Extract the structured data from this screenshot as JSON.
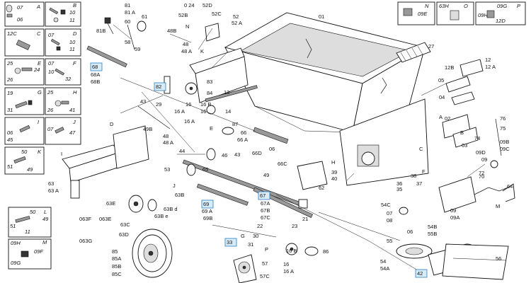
{
  "legend_boxes": [
    {
      "letter": "A",
      "items": [
        "07",
        "06"
      ]
    },
    {
      "letter": "B",
      "items": [
        "10",
        "11"
      ]
    },
    {
      "letter": "C",
      "items": [
        "12C"
      ]
    },
    {
      "letter": "D",
      "items": [
        "07",
        "10",
        "11"
      ]
    },
    {
      "letter": "E",
      "items": [
        "25",
        "24",
        "26"
      ]
    },
    {
      "letter": "F",
      "items": [
        "07",
        "10",
        "32"
      ]
    },
    {
      "letter": "G",
      "items": [
        "19",
        "31"
      ]
    },
    {
      "letter": "H",
      "items": [
        "25",
        "26",
        "41"
      ]
    },
    {
      "letter": "I",
      "items": [
        "06",
        "45"
      ]
    },
    {
      "letter": "J",
      "items": [
        "07",
        "47"
      ]
    },
    {
      "letter": "K",
      "items": [
        "50",
        "51",
        "49"
      ]
    },
    {
      "letter": "L",
      "items": [
        "50",
        "51",
        "11",
        "49"
      ]
    },
    {
      "letter": "M",
      "items": [
        "09H",
        "09G",
        "09F"
      ]
    },
    {
      "letter": "N",
      "items": [
        "09E"
      ]
    },
    {
      "letter": "O",
      "items": [
        "63H"
      ]
    },
    {
      "letter": "P",
      "items": [
        "09G",
        "09H",
        "12D"
      ]
    }
  ],
  "highlighted_labels": [
    "68",
    "82",
    "67",
    "69",
    "33",
    "42"
  ],
  "labels": {
    "l01": "01",
    "l02": "02",
    "l03": "03",
    "l04": "04",
    "l05": "05",
    "l07": "07",
    "l08": "08",
    "l09a": "09",
    "l09A": "09A",
    "l09B": "09B",
    "l09C": "09C",
    "l09D": "09D",
    "l09": "09",
    "l12": "12",
    "l12A": "12 A",
    "l12B": "12B",
    "l13": "13",
    "l14": "14",
    "l16": "16",
    "l16A": "16 A",
    "l16b": "16",
    "l16bA": "16 A",
    "l16B": "16 B",
    "l16Bb": "16 B",
    "l21": "21",
    "l22": "22",
    "l23": "23",
    "l27": "27",
    "l29": "29",
    "l30": "30",
    "l31": "31",
    "l33a": "33",
    "l36": "36",
    "l35": "35",
    "l37": "37",
    "l38": "38",
    "l39": "39",
    "l40": "40",
    "l43": "43",
    "l43b": "43",
    "l44": "44",
    "l46": "46",
    "l48": "48",
    "l48A": "48 A",
    "l48B": "48B",
    "l48b": "48",
    "l48bA": "48 A",
    "l49B": "49B",
    "l52": "52",
    "l52A": "52 A",
    "l52B": "52B",
    "l52C": "52C",
    "l52D": "52D",
    "l53": "53",
    "l54": "54",
    "l54A": "54A",
    "l54B": "54B",
    "l54C": "54C",
    "l55B": "55B",
    "l55": "55",
    "l56": "56",
    "l57": "57",
    "l57C": "57C",
    "l58": "58",
    "l59": "59",
    "l60": "60",
    "l61": "61",
    "l62": "62",
    "l63": "63",
    "l63A": "63 A",
    "l63B": "63B",
    "l63Bd": "63B d",
    "l63Be": "63B e",
    "l63C": "63C",
    "l63D": "63D",
    "l63E": "63E",
    "l63F": "063F",
    "l63G": "063G",
    "l63Eb": "063E",
    "l64": "64",
    "l65": "65",
    "l66": "66",
    "l66A": "66 A",
    "l66C": "66C",
    "l66D": "66D",
    "l67A": "67A",
    "l67B": "67B",
    "l67C": "67C",
    "l68A": "68A",
    "l68B": "68B",
    "l69A": "69 A",
    "l69B": "69B",
    "l70": "70",
    "l72": "72",
    "l74": "74",
    "l75": "75",
    "l76": "76",
    "l81": "81",
    "l81A": "81 A",
    "l81B": "81B",
    "l83": "83",
    "l84": "84",
    "l85": "85",
    "l85A": "85A",
    "l85B": "85B",
    "l85C": "85C",
    "l86": "86",
    "l87": "87",
    "l024": "0 24",
    "lD": "D",
    "lA": "A",
    "lB": "B",
    "lC": "C",
    "lE": "E",
    "lF": "F",
    "lH": "H",
    "lI": "I",
    "lK": "K",
    "lM": "M",
    "lN": "N",
    "lG": "G",
    "lP": "P",
    "lJ": "J",
    "l16c": "16",
    "l16cA": "16 A",
    "l49": "49",
    "l06": "06",
    "l06b": "06"
  }
}
